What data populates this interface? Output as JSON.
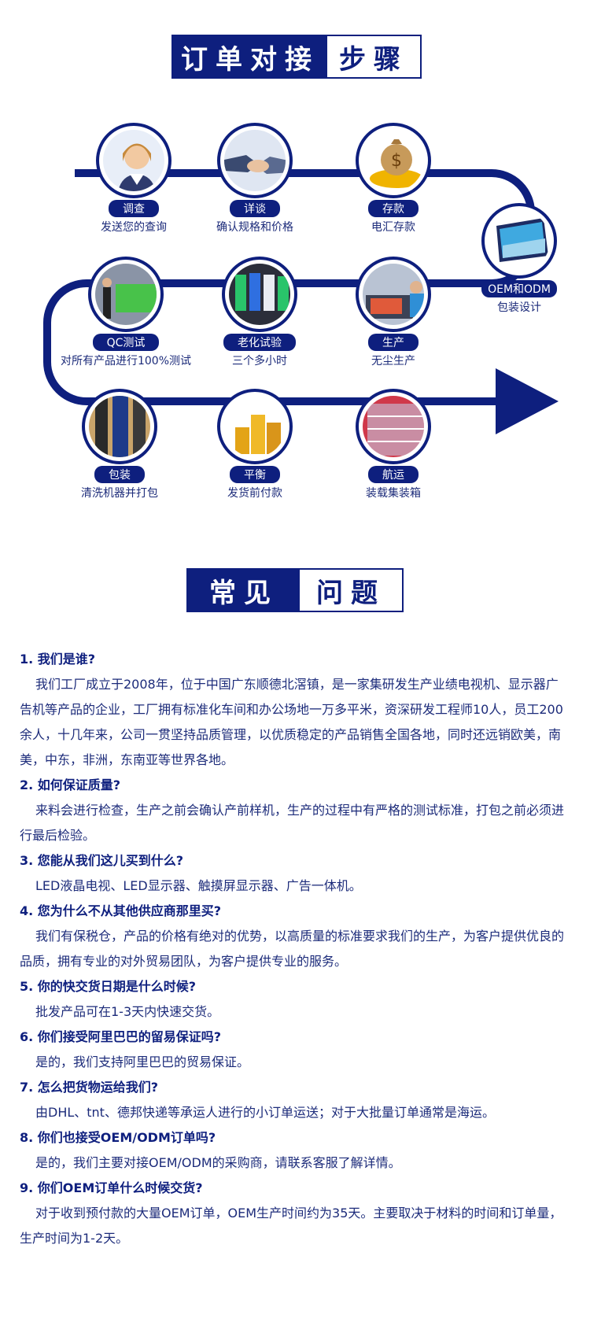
{
  "section1": {
    "title_left": "订单对接",
    "title_right": "步骤"
  },
  "steps": [
    {
      "tag": "调查",
      "desc": "发送您的查询"
    },
    {
      "tag": "详谈",
      "desc": "确认规格和价格"
    },
    {
      "tag": "存款",
      "desc": "电汇存款"
    },
    {
      "tag": "OEM和ODM",
      "desc": "包装设计"
    },
    {
      "tag": "QC测试",
      "desc": "对所有产品进行100%测试"
    },
    {
      "tag": "老化试验",
      "desc": "三个多小时"
    },
    {
      "tag": "生产",
      "desc": "无尘生产"
    },
    {
      "tag": "包装",
      "desc": "清洗机器并打包"
    },
    {
      "tag": "平衡",
      "desc": "发货前付款"
    },
    {
      "tag": "航运",
      "desc": "装载集装箱"
    }
  ],
  "section2": {
    "title_left": "常见",
    "title_right": "问题"
  },
  "faq": [
    {
      "q": "1. 我们是谁?",
      "a": "我们工厂成立于2008年，位于中国广东顺德北滘镇，是一家集研发生产业绩电视机、显示器广告机等产品的企业，工厂拥有标准化车间和办公场地一万多平米，资深研发工程师10人，员工200余人，十几年来，公司一贯坚持品质管理，以优质稳定的产品销售全国各地，同时还远销欧美，南美，中东，非洲，东南亚等世界各地。"
    },
    {
      "q": "2. 如何保证质量?",
      "a": "来料会进行检查，生产之前会确认产前样机，生产的过程中有严格的测试标准，打包之前必须进行最后检验。"
    },
    {
      "q": "3. 您能从我们这儿买到什么?",
      "a": "LED液晶电视、LED显示器、触摸屏显示器、广告一体机。"
    },
    {
      "q": "4. 您为什么不从其他供应商那里买?",
      "a": "我们有保税仓，产品的价格有绝对的优势，以高质量的标准要求我们的生产，为客户提供优良的品质，拥有专业的对外贸易团队，为客户提供专业的服务。"
    },
    {
      "q": "5. 你的快交货日期是什么时候?",
      "a": "批发产品可在1-3天内快速交货。"
    },
    {
      "q": "6. 你们接受阿里巴巴的留易保证吗?",
      "a": "是的，我们支持阿里巴巴的贸易保证。"
    },
    {
      "q": "7. 怎么把货物运给我们?",
      "a": "由DHL、tnt、德邦快递等承运人进行的小订单运送；对于大批量订单通常是海运。"
    },
    {
      "q": "8. 你们也接受OEM/ODM订单吗?",
      "a": "是的，我们主要对接OEM/ODM的采购商，请联系客服了解详情。"
    },
    {
      "q": "9. 你们OEM订单什么时候交货?",
      "a": "对于收到预付款的大量OEM订单，OEM生产时间约为35天。主要取决于材料的时间和订单量，生产时间为1-2天。"
    }
  ],
  "colors": {
    "primary": "#0e1f7e",
    "text": "#1c2b7a"
  }
}
